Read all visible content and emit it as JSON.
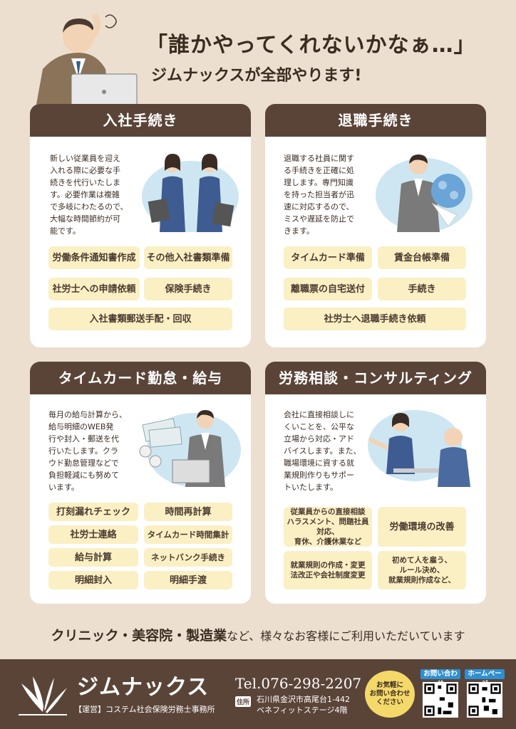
{
  "header": {
    "headline": "「誰かやってくれないかなぁ…」",
    "subhead": "ジムナックスが全部やります!"
  },
  "cards": [
    {
      "title": "入社手続き",
      "description": "新しい従業員を迎え\n入れる際に必要な手\n続きを代行いたしま\nす。必要作業は複雑\nで多岐にわたるので、\n大幅な時間節約が可\n能です。",
      "chips": [
        "労働条件通知書作成",
        "その他入社書類準備",
        "社労士への申請依頼",
        "保険手続き",
        "入社書類郵送手配・回収"
      ]
    },
    {
      "title": "退職手続き",
      "description": "退職する社員に関す\nる手続きを正確に処\n理します。専門知識\nを持った担当者が迅\n速に対応するので、\nミスや遅延を防止で\nきます。",
      "chips": [
        "タイムカード準備",
        "賃金台帳準備",
        "離職票の自宅送付",
        "手続き",
        "社労士へ退職手続き依頼"
      ]
    },
    {
      "title": "タイムカード勤怠・給与",
      "description": "毎月の給与計算から、\n給与明細のWEB発\n行や封入・郵送を代\n行いたします。クラ\nウド勤怠管理などで\n負担軽減にも努めて\nいます。",
      "chips": [
        "打刻漏れチェック",
        "時間再計算",
        "社労士連絡",
        "タイムカード時間集計",
        "給与計算",
        "ネットバンク手続き",
        "明細封入",
        "明細手渡"
      ]
    },
    {
      "title": "労務相談・コンサルティング",
      "description": "会社に直接相談しに\nくいことを、公平な\n立場から対応・アド\nバイスします。また、\n職場環境に資する就\n業規則作りもサポー\nトいたします。",
      "chips": [
        "従業員からの直接相談\nハラスメント、問題社員対応、\n育休、介護休業など",
        "労働環境の改善",
        "就業規則の作成・変更\n法改正や会社制度変更",
        "初めて人を雇う、\nルール決め、\n就業規則作成など、"
      ]
    }
  ],
  "tagline": {
    "bold": "クリニック・美容院・製造業",
    "rest": "など、様々なお客様にご利用いただいています"
  },
  "footer": {
    "company": "ジムナックス",
    "operator": "【運営】コステム社会保険労務士事務所",
    "tel": "Tel.076-298-2207",
    "address_label": "住所",
    "address": "石川県金沢市高尾台1-442\nベネフィットステージ4階",
    "bubble": "お気軽に\nお問い合わせ\nください",
    "qr_contact": "お問い合わせ",
    "qr_home": "ホームページ"
  },
  "colors": {
    "background": "#ecdfcf",
    "card_header": "#5a4438",
    "chip": "#fbf0c4",
    "footer": "#5a4438",
    "qr_label": "#2f8fd0",
    "bubble": "#f4d96a"
  }
}
